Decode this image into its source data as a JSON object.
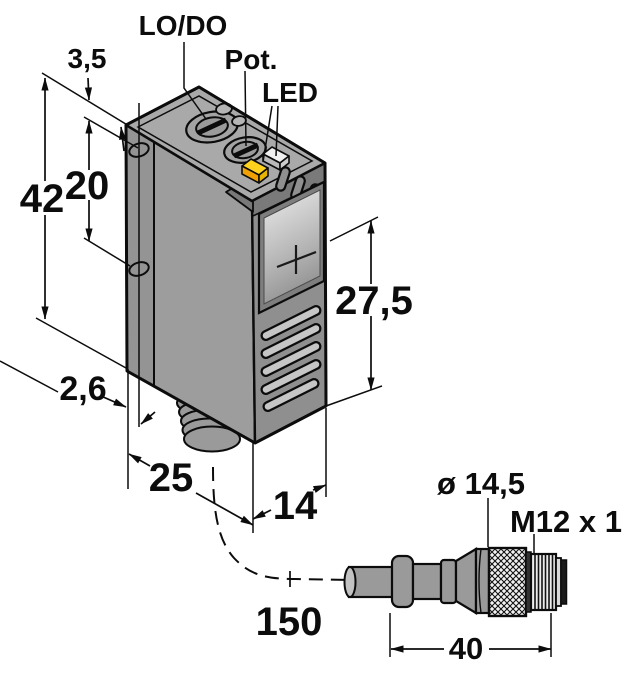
{
  "figure": {
    "type": "technical-dimension-drawing",
    "subject": "photoelectric sensor with potentiometer, LEDs and M12 cable connector"
  },
  "labels": {
    "lo_do": "LO/DO",
    "pot": "Pot.",
    "led": "LED"
  },
  "dimensions": {
    "rear_offset": "3,5",
    "height": "42",
    "hole_spacing": "20",
    "flange_thickness": "2,6",
    "body_width": "25",
    "body_depth": "14",
    "lens_axis_height": "27,5",
    "cable_length": "150",
    "connector_diameter": "ø 14,5",
    "thread_spec": "M12 x 1",
    "connector_length": "40"
  },
  "colors": {
    "background": "#ffffff",
    "line": "#0c0c0c",
    "body_top": "#a9a9a9",
    "body_front": "#9d9d9d",
    "body_side": "#8f8f8f",
    "body_strip": "#949494",
    "chamfer": "#7a7a7a",
    "led_yellow": "#ffd21e",
    "led_yellow_front": "#f0a000",
    "window_light": "#d8d8d8",
    "slot_fill": "#c6c6c6"
  }
}
